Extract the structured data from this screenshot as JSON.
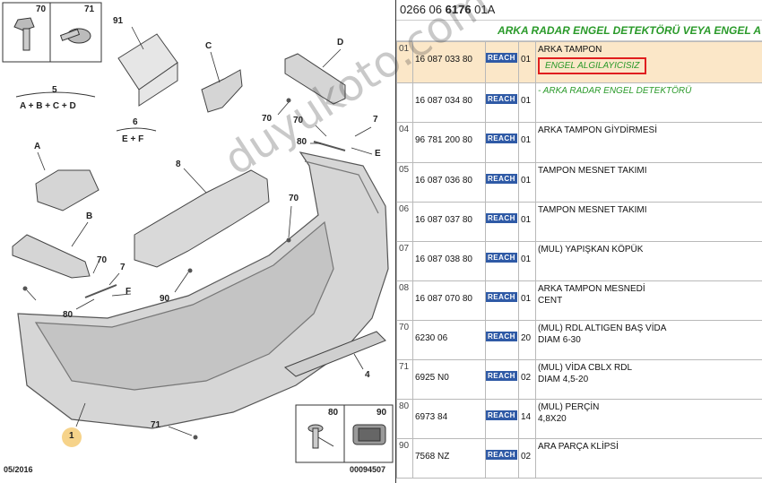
{
  "header": {
    "code_plain_1": "0266 06",
    "code_bold": "6176",
    "code_plain_2": "01A"
  },
  "section_title": "ARKA RADAR ENGEL DETEKTÖRÜ VEYA ENGEL A",
  "reach_label": "REACH",
  "watermark": "duyukoto.com",
  "diagram": {
    "callouts": {
      "c70a": "70",
      "c71a": "71",
      "c91": "91",
      "cC": "C",
      "cD": "D",
      "c5": "5",
      "f5": "A + B + C + D",
      "c6": "6",
      "f6": "E + F",
      "c70b": "70",
      "c70c": "70",
      "c7a": "7",
      "c80a": "80",
      "cE": "E",
      "cA": "A",
      "c8": "8",
      "c70d": "70",
      "cB": "B",
      "c70e": "70",
      "c7b": "7",
      "cF": "F",
      "c80b": "80",
      "c90": "90",
      "c4": "4",
      "c1": "1",
      "c71b": "71",
      "inset80": "80",
      "inset90": "90"
    },
    "date": "05/2016",
    "ref_number": "00094507"
  },
  "rows": [
    {
      "pos": "01",
      "ref": "16 087 033 80",
      "qty": "01",
      "line1": "ARKA TAMPON",
      "line2": "ENGEL ALGILAYICISIZ",
      "highlight": true
    },
    {
      "pos": "",
      "ref": "16 087 034 80",
      "qty": "01",
      "line1": "- ARKA RADAR ENGEL DETEKTÖRÜ",
      "line2": ""
    },
    {
      "pos": "04",
      "ref": "96 781 200 80",
      "qty": "01",
      "line1": "ARKA TAMPON GİYDİRMESİ",
      "line2": ""
    },
    {
      "pos": "05",
      "ref": "16 087 036 80",
      "qty": "01",
      "line1": "TAMPON MESNET TAKIMI",
      "line2": ""
    },
    {
      "pos": "06",
      "ref": "16 087 037 80",
      "qty": "01",
      "line1": "TAMPON MESNET TAKIMI",
      "line2": ""
    },
    {
      "pos": "07",
      "ref": "16 087 038 80",
      "qty": "01",
      "line1": "(MUL) YAPIŞKAN KÖPÜK",
      "line2": ""
    },
    {
      "pos": "08",
      "ref": "16 087 070 80",
      "qty": "01",
      "line1": "ARKA TAMPON MESNEDİ",
      "line2": "CENT"
    },
    {
      "pos": "70",
      "ref": "6230 06",
      "qty": "20",
      "line1": "(MUL) RDL ALTIGEN BAŞ VİDA",
      "line2": "DIAM 6-30"
    },
    {
      "pos": "71",
      "ref": "6925 N0",
      "qty": "02",
      "line1": "(MUL) VİDA CBLX RDL",
      "line2": "DIAM 4,5-20"
    },
    {
      "pos": "80",
      "ref": "6973 84",
      "qty": "14",
      "line1": "(MUL) PERÇİN",
      "line2": "4,8X20"
    },
    {
      "pos": "90",
      "ref": "7568 NZ",
      "qty": "02",
      "line1": "ARA PARÇA KLİPSİ",
      "line2": ""
    }
  ],
  "colors": {
    "green": "#2a9a2a",
    "reach_blue": "#2f5aa6",
    "highlight": "#fbe7c8",
    "marker": "#e01e1e"
  }
}
